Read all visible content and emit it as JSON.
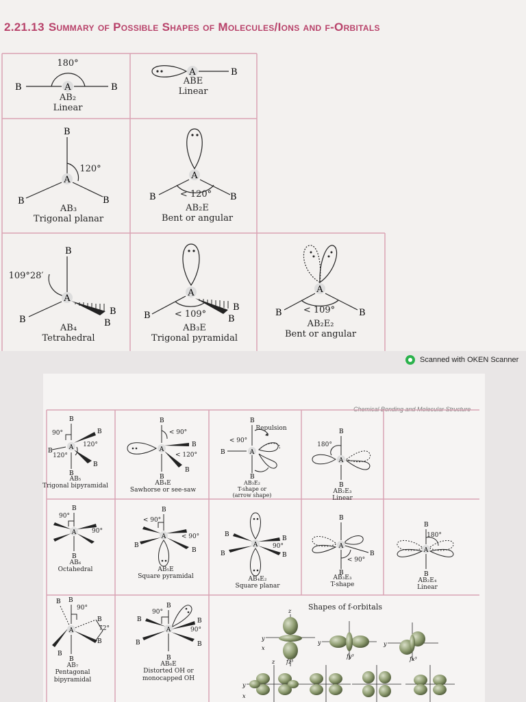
{
  "heading": {
    "number": "2.21.13",
    "title": "Summary of Possible Shapes of Molecules/Ions and f-Orbitals"
  },
  "scanner": {
    "text": "Scanned with OKEN Scanner",
    "icon": "scanner-logo-icon"
  },
  "page_header": "Chemical Bonding and Molecular Structure",
  "atoms": {
    "central": "A",
    "ligand": "B"
  },
  "shapes": {
    "ab2": {
      "formula": "AB₂",
      "name": "Linear",
      "angle": "180°"
    },
    "abe": {
      "formula": "ABE",
      "name": "Linear"
    },
    "ab3": {
      "formula": "AB₃",
      "name": "Trigonal planar",
      "angle": "120°"
    },
    "ab2e": {
      "formula": "AB₂E",
      "name": "Bent or angular",
      "angle": "< 120°"
    },
    "ab4": {
      "formula": "AB₄",
      "name": "Tetrahedral",
      "angle": "109°28′"
    },
    "ab3e": {
      "formula": "AB₃E",
      "name": "Trigonal pyramidal",
      "angle": "< 109°"
    },
    "ab2e2": {
      "formula": "AB₂E₂",
      "name": "Bent or angular",
      "angle": "< 109°"
    },
    "ab5": {
      "formula": "AB₅",
      "name": "Trigonal bipyramidal",
      "angle1": "90°",
      "angle2": "120°",
      "angle3": "120°"
    },
    "ab4e": {
      "formula": "AB₄E",
      "name": "Sawhorse or see-saw",
      "angle1": "< 90°",
      "angle2": "< 120°"
    },
    "ab3e2": {
      "formula": "AB₃E₂",
      "name1": "T-shape or",
      "name2": "(arrow shape)",
      "angle": "< 90°",
      "note": "Repulsion"
    },
    "ab2e3": {
      "formula": "AB₂E₃",
      "name": "Linear",
      "angle": "180°"
    },
    "ab6": {
      "formula": "AB₆",
      "name": "Octahedral",
      "angle1": "90°",
      "angle2": "90°"
    },
    "ab5e": {
      "formula": "AB₅E",
      "name": "Square pyramidal",
      "angle1": "< 90°",
      "angle2": "< 90°"
    },
    "ab4e2": {
      "formula": "AB₄E₂",
      "name": "Square planar",
      "angle": "90°"
    },
    "ab3e3": {
      "formula": "AB₃E₃",
      "name": "T-shape",
      "angle": "< 90°"
    },
    "ab2e4": {
      "formula": "AB₂E₄",
      "name": "Linear",
      "angle": "180°"
    },
    "ab7": {
      "formula": "AB₇",
      "name1": "Pentagonal",
      "name2": "bipyramidal",
      "angle1": "90°",
      "angle2": "72°"
    },
    "ab6e": {
      "formula": "AB₆E",
      "name1": "Distorted OH or",
      "name2": "monocapped OH",
      "angle1": "90°",
      "angle2": "90°"
    }
  },
  "f_orbitals": {
    "title": "Shapes of f-orbitals",
    "labels": [
      "fz³",
      "fy³",
      "fx³"
    ],
    "axes": {
      "x": "x",
      "y": "y",
      "z": "z"
    }
  },
  "colors": {
    "heading": "#b8426a",
    "grid": "#d9a3b4",
    "lobe": "#8c9a6e",
    "scanner": "#2bb24c"
  }
}
